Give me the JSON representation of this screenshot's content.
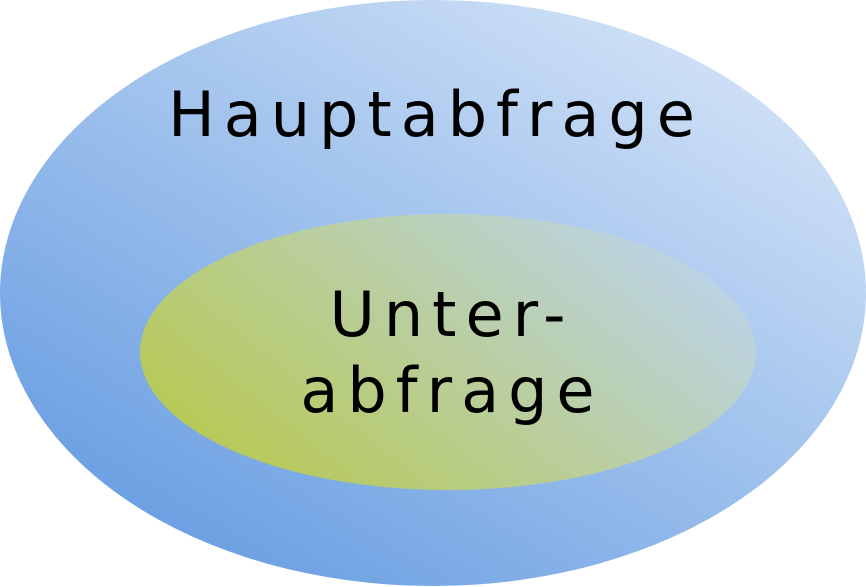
{
  "diagram": {
    "outer": {
      "label": "Hauptabfrage",
      "gradient_start": "#6a9fe2",
      "gradient_end": "#d3e3f7"
    },
    "inner": {
      "label_line1": "Unter-",
      "label_line2": "abfrage",
      "gradient_start": "#b7c955",
      "gradient_end": "#bcd3e6"
    }
  }
}
